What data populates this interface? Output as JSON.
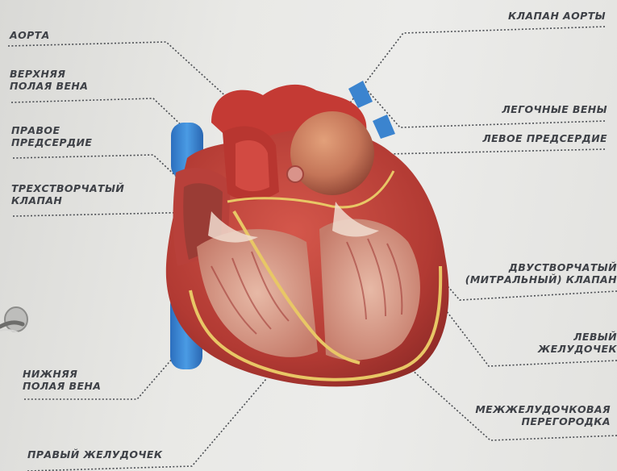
{
  "labels": {
    "aorta": "АОРТА",
    "superior_vena_cava": "ВЕРХНЯЯ\nПОЛАЯ ВЕНА",
    "right_atrium": "ПРАВОЕ\nПРЕДСЕРДИЕ",
    "tricuspid_valve": "ТРЕХСТВОРЧАТЫЙ\nКЛАПАН",
    "inferior_vena_cava": "НИЖНЯЯ\nПОЛАЯ ВЕНА",
    "right_ventricle": "ПРАВЫЙ ЖЕЛУДОЧЕК",
    "aortic_valve": "КЛАПАН АОРТЫ",
    "pulmonary_veins": "ЛЕГОЧНЫЕ ВЕНЫ",
    "left_atrium": "ЛЕВОЕ ПРЕДСЕРДИЕ",
    "mitral_valve": "ДВУСТВОРЧАТЫЙ\n(МИТРАЛЬНЫЙ) КЛАПАН",
    "left_ventricle": "ЛЕВЫЙ\nЖЕЛУДОЧЕК",
    "septum": "МЕЖЖЕЛУДОЧКОВАЯ\nПЕРЕГОРОДКА"
  },
  "colors": {
    "label_text": "#3e4147",
    "leader_line": "#4a4d52",
    "vein_blue": "#3a86d4",
    "muscle_red": "#c8443a",
    "septum_yellow": "#e8c766"
  }
}
